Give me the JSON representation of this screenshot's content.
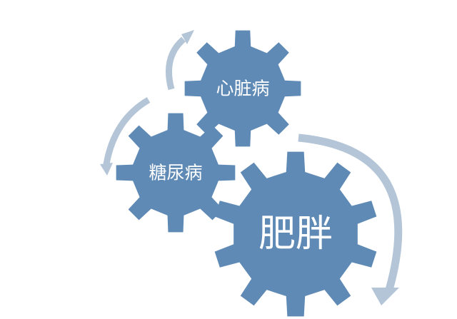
{
  "diagram": {
    "colors": {
      "gear": "#5f8ab5",
      "arrow": "#b4c5d7",
      "label": "#ffffff",
      "background": "#ffffff"
    },
    "gears": [
      {
        "id": "heart",
        "label": "心脏病"
      },
      {
        "id": "diabetes",
        "label": "糖尿病"
      },
      {
        "id": "obesity",
        "label": "肥胖"
      }
    ]
  }
}
